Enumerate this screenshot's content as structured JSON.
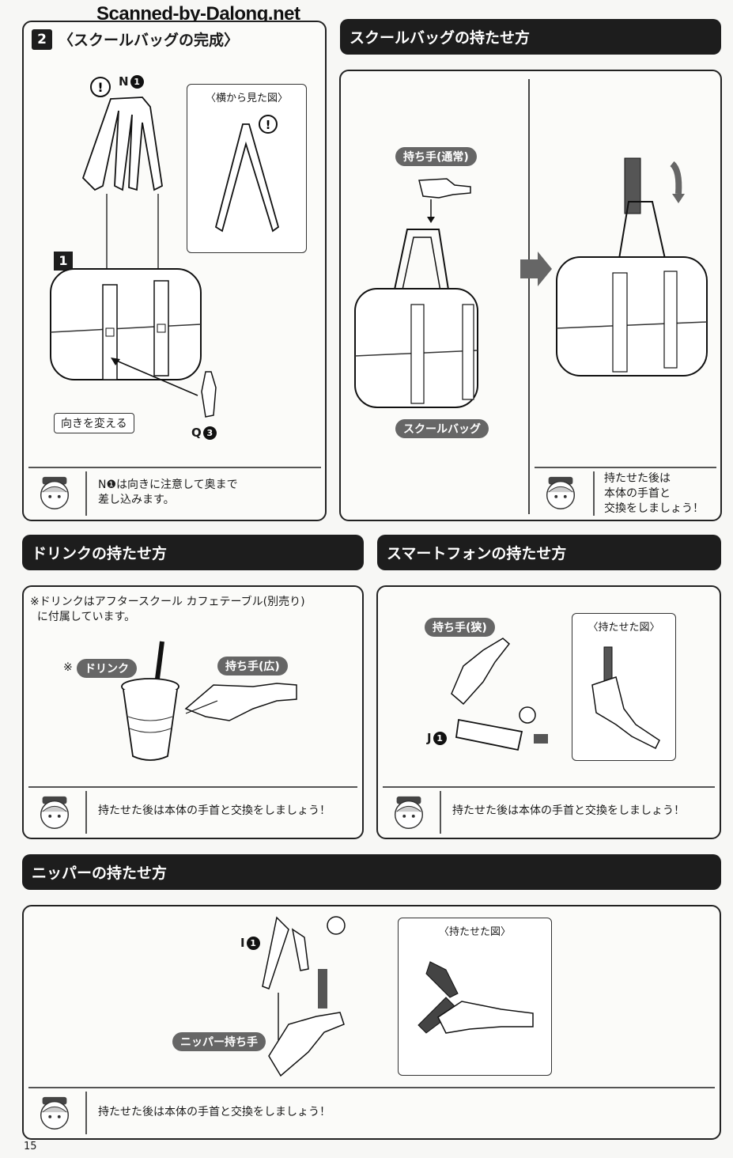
{
  "watermark": "Scanned-by-Dalong.net",
  "page_number": "15",
  "section_bag_complete": {
    "step_number": "2",
    "title": "〈スクールバッグの完成〉",
    "side_view_title": "〈横から見た図〉",
    "part_n": "N",
    "part_n_num": "1",
    "part_q": "Q",
    "part_q_num": "3",
    "part_1": "1",
    "turn_label": "向きを変える",
    "note": "N❶は向きに注意して奥まで\n差し込みます。"
  },
  "section_bag_hold": {
    "header": "スクールバッグの持たせ方",
    "handle_label": "持ち手(通常)",
    "bag_label": "スクールバッグ",
    "note": "持たせた後は\n本体の手首と\n交換をしましょう！"
  },
  "section_drink": {
    "header": "ドリンクの持たせ方",
    "caption": "※ドリンクはアフタースクール カフェテーブル(別売り)\n  に付属しています。",
    "drink_mark": "※",
    "drink_label": "ドリンク",
    "handle_label": "持ち手(広)",
    "note": "持たせた後は本体の手首と交換をしましょう！"
  },
  "section_phone": {
    "header": "スマートフォンの持たせ方",
    "handle_label": "持ち手(狭)",
    "held_view_title": "〈持たせた図〉",
    "part_j": "J",
    "part_j_num": "1",
    "note": "持たせた後は本体の手首と交換をしましょう！"
  },
  "section_nipper": {
    "header": "ニッパーの持たせ方",
    "part_i": "I",
    "part_i_num": "1",
    "handle_label": "ニッパー持ち手",
    "held_view_title": "〈持たせた図〉",
    "note": "持たせた後は本体の手首と交換をしましょう！"
  }
}
